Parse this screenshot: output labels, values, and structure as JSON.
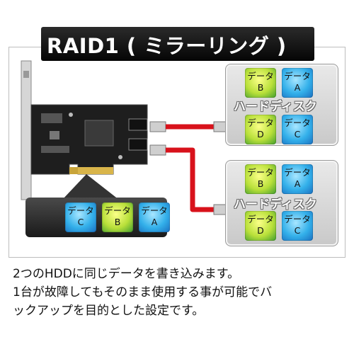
{
  "title": "RAID1 ( ミラーリング )",
  "hdd_label": "ハードディスク",
  "tile_word": "データ",
  "disk_top": {
    "tiles": [
      {
        "letter": "B",
        "color": "yellow"
      },
      {
        "letter": "A",
        "color": "blue"
      },
      {
        "letter": "D",
        "color": "yellow"
      },
      {
        "letter": "C",
        "color": "blue"
      }
    ]
  },
  "disk_bottom": {
    "tiles": [
      {
        "letter": "B",
        "color": "yellow"
      },
      {
        "letter": "A",
        "color": "blue"
      },
      {
        "letter": "D",
        "color": "yellow"
      },
      {
        "letter": "C",
        "color": "blue"
      }
    ]
  },
  "mirror_tiles": [
    {
      "letter": "C",
      "color": "blue"
    },
    {
      "letter": "B",
      "color": "yellow"
    },
    {
      "letter": "A",
      "color": "blue"
    }
  ],
  "description": [
    "2つのHDDに同じデータを書き込みます。",
    "1台が故障してもそのまま使用する事が可能でバ",
    "ックアップを目的とした設定です。"
  ],
  "colors": {
    "cable": "#d8121b",
    "blue_tile": "#33b0ea",
    "yellow_tile": "#c8e843",
    "banner": "#111111"
  }
}
